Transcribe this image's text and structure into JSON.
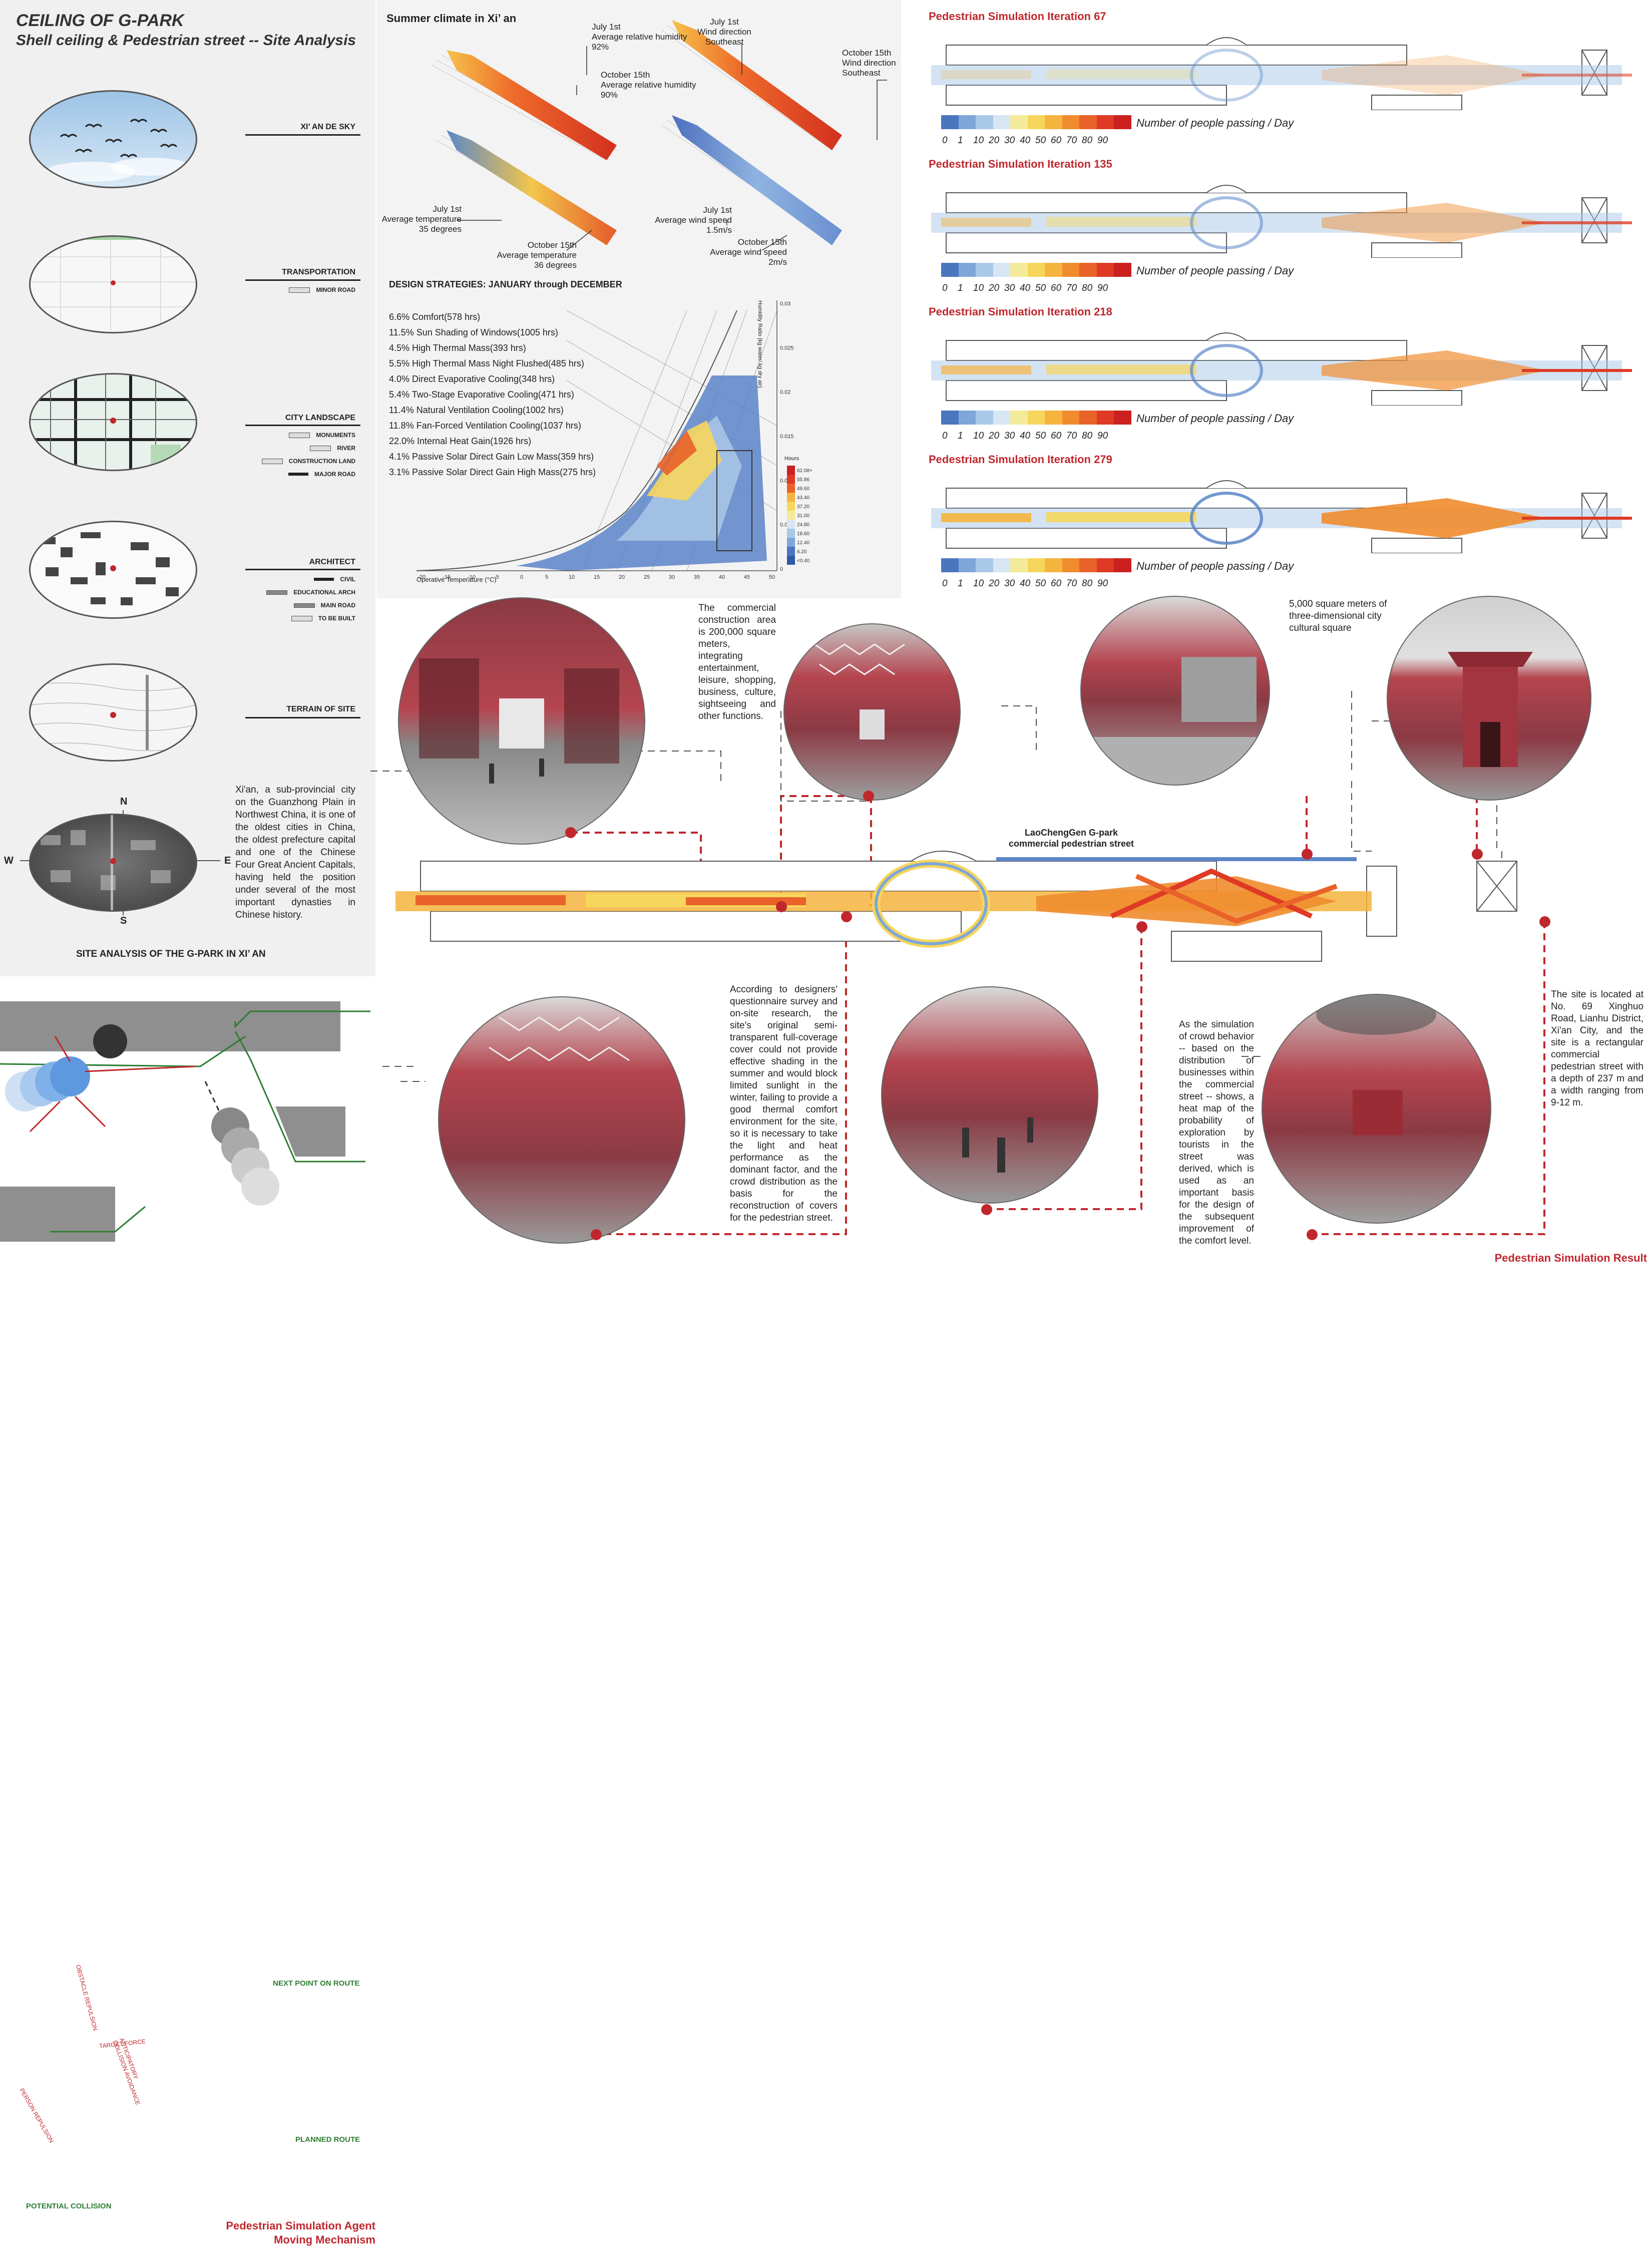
{
  "header": {
    "title": "CEILING OF G-PARK",
    "subtitle": "Shell ceiling & Pedestrian street -- Site Analysis"
  },
  "site_layers": [
    {
      "label": "XI’ AN DE SKY",
      "legend": []
    },
    {
      "label": "TRANSPORTATION",
      "legend": [
        "MINOR ROAD"
      ]
    },
    {
      "label": "CITY LANDSCAPE",
      "legend": [
        "MONUMENTS",
        "RIVER",
        "CONSTRUCTION LAND",
        "MAJOR ROAD"
      ]
    },
    {
      "label": "ARCHITECT",
      "legend": [
        "CIVIL",
        "EDUCATIONAL ARCH",
        "MAIN ROAD",
        "TO BE BUILT"
      ]
    },
    {
      "label": "TERRAIN OF SITE",
      "legend": []
    }
  ],
  "compass": {
    "n": "N",
    "s": "S",
    "e": "E",
    "w": "W"
  },
  "xian_text": "Xi'an, a sub-provincial city on the Guanzhong Plain in Northwest China, it is one of the oldest cities in China, the oldest prefecture capital and one of the Chinese Four Great Ancient Capitals, having held the position under several of the most important dynasties in Chinese history.",
  "site_analysis_caption": "SITE ANALYSIS OF THE G-PARK IN XI’ AN",
  "climate": {
    "title": "Summer climate in Xi’ an",
    "labels": {
      "hum_jul": [
        "July 1st",
        "Average relative humidity",
        "92%"
      ],
      "hum_oct": [
        "October 15th",
        "Average relative humidity",
        "90%"
      ],
      "wind_jul": [
        "July 1st",
        "Wind direction",
        "Southeast"
      ],
      "wind_oct": [
        "October 15th",
        "Wind direction",
        "Southeast"
      ],
      "temp_jul": [
        "July 1st",
        "Average temperature",
        "35 degrees"
      ],
      "temp_oct": [
        "October 15th",
        "Average temperature",
        "36 degrees"
      ],
      "speed_jul": [
        "July 1st",
        "Average wind speed",
        "1.5m/s"
      ],
      "speed_oct": [
        "October 15th",
        "Average wind speed",
        "2m/s"
      ]
    }
  },
  "strategies": {
    "title": "DESIGN STRATEGIES: JANUARY through DECEMBER",
    "items": [
      "6.6% Comfort(578 hrs)",
      "11.5% Sun Shading of Windows(1005 hrs)",
      "4.5% High Thermal Mass(393 hrs)",
      "5.5% High Thermal Mass Night Flushed(485 hrs)",
      "4.0% Direct Evaporative Cooling(348 hrs)",
      "5.4% Two-Stage Evaporative Cooling(471 hrs)",
      "11.4% Natural Ventilation Cooling(1002 hrs)",
      "11.8% Fan-Forced Ventilation Cooling(1037 hrs)",
      "22.0% Internal Heat Gain(1926 hrs)",
      "4.1% Passive Solar Direct Gain Low Mass(359 hrs)",
      "3.1% Passive Solar Direct Gain High Mass(275 hrs)"
    ]
  },
  "psychro": {
    "xlabel": "Operative Temperature (°C)",
    "ylabel": "Humidity Ratio (kg water/ kg dry air)",
    "xticks": [
      "-20",
      "-15",
      "-10",
      "-5",
      "0",
      "5",
      "10",
      "15",
      "20",
      "25",
      "30",
      "35",
      "40",
      "45",
      "50"
    ],
    "yticks": [
      "0.03",
      "0.025",
      "0.02",
      "0.015",
      "0.01",
      "0.005",
      "0"
    ],
    "legend_title": "Hours",
    "legend_values": [
      "62.08+",
      "55.86",
      "49.60",
      "43.40",
      "37.20",
      "31.00",
      "24.80",
      "18.60",
      "12.40",
      "6.20",
      "<0.40"
    ]
  },
  "simulation": {
    "iterations": [
      "Pedestrian Simulation Iteration 67",
      "Pedestrian Simulation Iteration 135",
      "Pedestrian Simulation Iteration 218",
      "Pedestrian Simulation Iteration 279"
    ],
    "legend_ticks": [
      "0",
      "1",
      "10",
      "20",
      "30",
      "40",
      "50",
      "60",
      "70",
      "80",
      "90"
    ],
    "legend_caption": "Number of people passing / Day",
    "legend_colors": [
      "#4a76c0",
      "#7ea6d9",
      "#aac8e8",
      "#d6e6f3",
      "#f3eb9a",
      "#f6d65c",
      "#f5b43e",
      "#f08c2e",
      "#e9622a",
      "#de3a25",
      "#cc1f1f"
    ]
  },
  "notes": {
    "commercial": "The commercial construction area is 200,000 square meters, integrating entertainment, leisure, shopping, business, culture, sightseeing and other functions.",
    "square": "5,000 square meters of three-dimensional city cultural square",
    "street_label": "LaoChengGen G-park commercial pedestrian street",
    "survey": "According to designers' questionnaire survey and on-site research, the site's original semi-transparent full-coverage cover could not provide effective shading in the summer and would block limited sunlight in the winter, failing to provide a good thermal comfort environment for the site, so it is necessary to take the light and heat performance as the dominant factor, and the crowd distribution as the basis for the reconstruction of covers for the pedestrian street.",
    "crowd": "As the simulation of crowd behavior -- based on the distribution of businesses within the commercial street -- shows, a heat map of the probability of exploration by tourists in the street was derived, which is used as an important basis for the design of the subsequent improvement of the comfort level.",
    "site": "The site is located at No. 69 Xinghuo Road, Lianhu District, Xi'an City, and the site is a rectangular commercial pedestrian street with a depth of 237 m and a width ranging from 9-12 m.",
    "result": "Pedestrian Simulation Result"
  },
  "agent": {
    "next_point": "NEXT POINT ON ROUTE",
    "planned_route": "PLANNED ROUTE",
    "potential_collision": "POTENTIAL COLLISION",
    "target_force": "TARGET FORCE",
    "obstacle_force": "OBSTACLE REPULSION",
    "person_force": "PERSON REPULSION",
    "anticipatory": "ANTICIPATORY COLLISION AVOIDANCE",
    "caption": [
      "Pedestrian Simulation Agent",
      "Moving Mechanism"
    ]
  },
  "photo_tint": "#b5454f"
}
